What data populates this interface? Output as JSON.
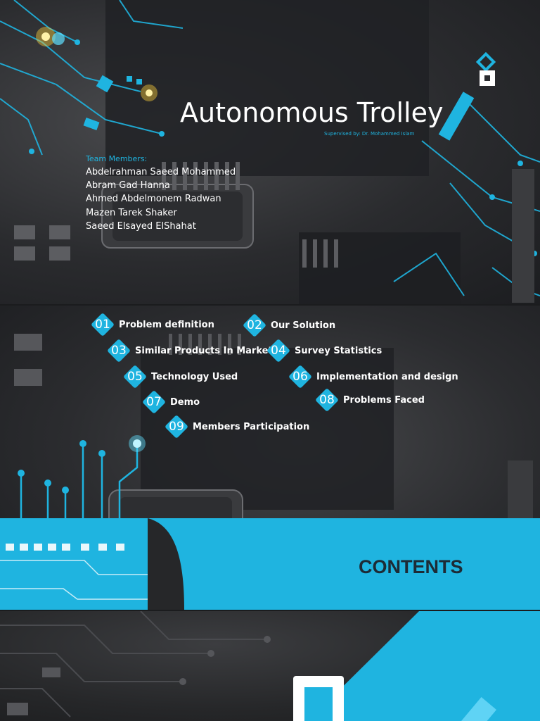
{
  "cover": {
    "title": "Autonomous Trolley",
    "supervised": "Supervised by: Dr. Mohammed Islam",
    "team_label": "Team Members:",
    "members": [
      "Abdelrahman Saeed Mohammed",
      "Abram Gad Hanna",
      "Ahmed Abdelmonem Radwan",
      "Mazen Tarek Shaker",
      "Saeed Elsayed ElShahat"
    ]
  },
  "contents": {
    "title": "CONTENTS",
    "items": [
      {
        "num": "01",
        "label": "Problem definition"
      },
      {
        "num": "02",
        "label": "Our Solution"
      },
      {
        "num": "03",
        "label": "Similar Products In Market"
      },
      {
        "num": "04",
        "label": "Survey Statistics"
      },
      {
        "num": "05",
        "label": "Technology Used"
      },
      {
        "num": "06",
        "label": "Implementation and design"
      },
      {
        "num": "07",
        "label": "Demo"
      },
      {
        "num": "08",
        "label": "Problems Faced"
      },
      {
        "num": "09",
        "label": "Members Participation"
      }
    ]
  },
  "colors": {
    "accent": "#1fb4e0",
    "dark_text": "#1d2b36",
    "glow": "#f5c93a"
  }
}
